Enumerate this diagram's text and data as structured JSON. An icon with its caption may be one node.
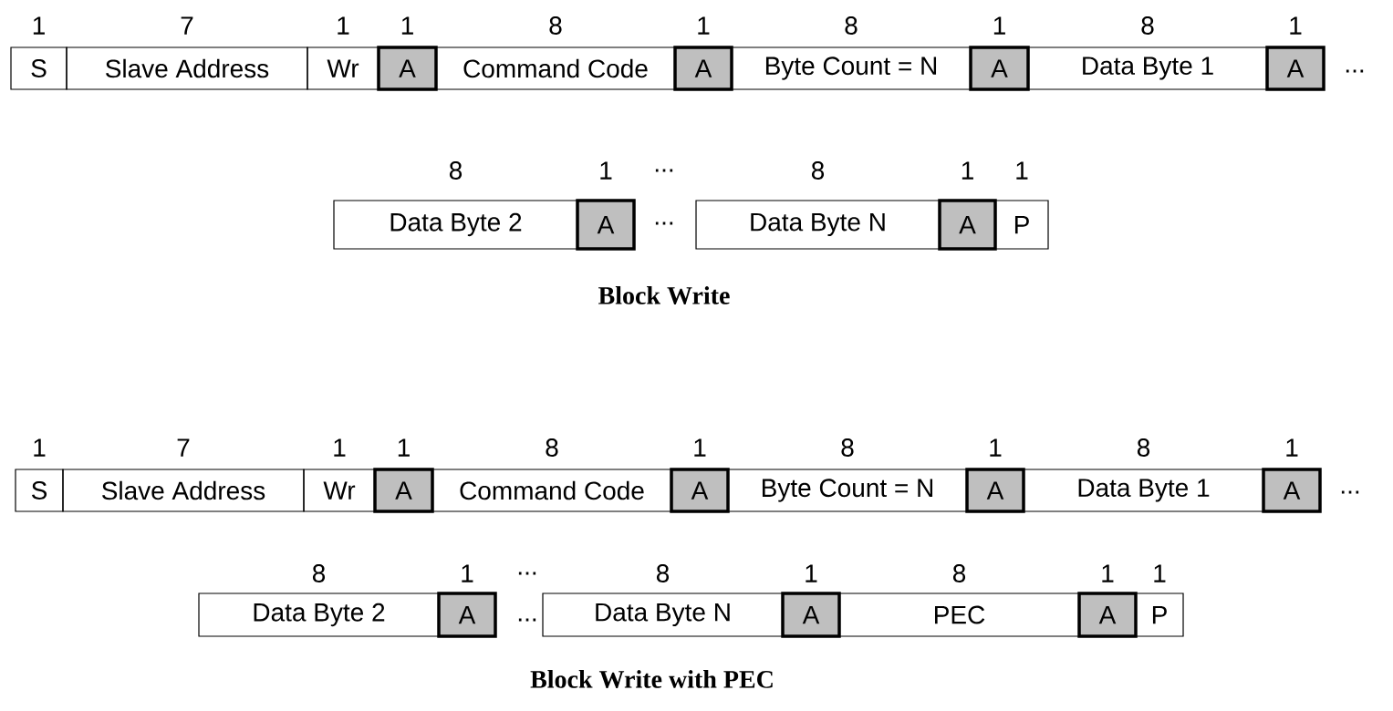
{
  "diagram": {
    "nodes": [
      {
        "text": [
          "S"
        ],
        "beside": [
          "1"
        ]
      },
      {
        "text": [
          "Slave Address"
        ],
        "beside": [
          "7"
        ]
      },
      {
        "text": [
          "Wr"
        ],
        "beside": [
          "1"
        ]
      },
      {
        "text": [
          "A"
        ],
        "beside": [
          "1"
        ]
      },
      {
        "text": [
          "Command Code"
        ],
        "beside": [
          "8"
        ]
      },
      {
        "text": [
          "A"
        ],
        "beside": [
          "1"
        ]
      },
      {
        "text": [
          "Byte Count = N"
        ],
        "beside": [
          "8"
        ]
      },
      {
        "text": [
          "A"
        ],
        "beside": [
          "1"
        ]
      },
      {
        "text": [
          "Data Byte 1"
        ],
        "beside": [
          "8"
        ]
      },
      {
        "text": [
          "A"
        ],
        "beside": [
          "1"
        ]
      },
      {
        "text": [
          "Data Byte 2"
        ],
        "beside": [
          "8"
        ]
      },
      {
        "text": [
          "A"
        ],
        "beside": [
          "1"
        ]
      },
      {
        "text": [
          "Data Byte N"
        ],
        "beside": [
          "8"
        ]
      },
      {
        "text": [
          "A"
        ],
        "beside": [
          "1"
        ]
      },
      {
        "text": [
          "P"
        ],
        "beside": [
          "1"
        ]
      },
      {
        "text": [
          "S"
        ],
        "beside": [
          "1"
        ]
      },
      {
        "text": [
          "Slave Address"
        ],
        "beside": [
          "7"
        ]
      },
      {
        "text": [
          "Wr"
        ],
        "beside": [
          "1"
        ]
      },
      {
        "text": [
          "A"
        ],
        "beside": [
          "1"
        ]
      },
      {
        "text": [
          "Command Code"
        ],
        "beside": [
          "8"
        ]
      },
      {
        "text": [
          "A"
        ],
        "beside": [
          "1"
        ]
      },
      {
        "text": [
          "Byte Count = N"
        ],
        "beside": [
          "8"
        ]
      },
      {
        "text": [
          "A"
        ],
        "beside": [
          "1"
        ]
      },
      {
        "text": [
          "Data Byte 1"
        ],
        "beside": [
          "8"
        ]
      },
      {
        "text": [
          "A"
        ],
        "beside": [
          "1"
        ]
      },
      {
        "text": [
          "Data Byte 2"
        ],
        "beside": [
          "8"
        ]
      },
      {
        "text": [
          "A"
        ],
        "beside": [
          "1"
        ]
      },
      {
        "text": [
          "Data Byte N"
        ],
        "beside": [
          "8"
        ]
      },
      {
        "text": [
          "A"
        ],
        "beside": [
          "1"
        ]
      },
      {
        "text": [
          "PEC"
        ],
        "beside": [
          "8"
        ]
      },
      {
        "text": [
          "A"
        ],
        "beside": [
          "1"
        ]
      },
      {
        "text": [
          "P"
        ],
        "beside": [
          "1"
        ]
      }
    ],
    "labels": [
      "...",
      "...",
      "...",
      "Block Write",
      "...",
      "...",
      "...",
      "Block Write with PEC"
    ]
  }
}
